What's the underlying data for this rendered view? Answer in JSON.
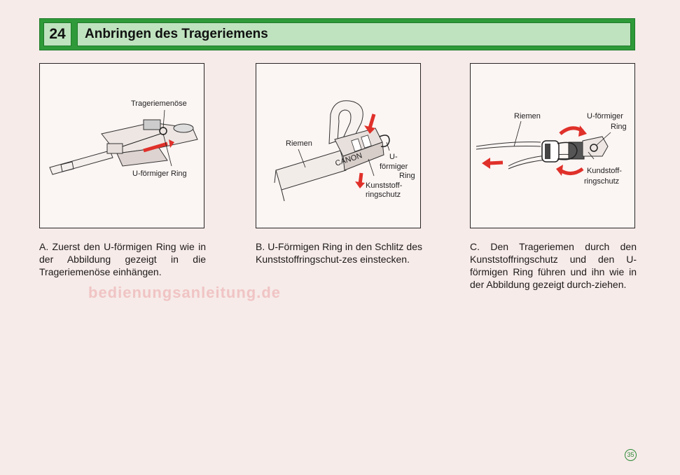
{
  "header": {
    "number": "24",
    "title": "Anbringen des Trageriemens"
  },
  "figures": {
    "a": {
      "label_eyelet": "Trageriemenöse",
      "label_ring": "U-förmiger Ring"
    },
    "b": {
      "label_strap": "Riemen",
      "label_ring_1": "U-",
      "label_ring_2": "förmiger",
      "label_ring_3": "Ring",
      "label_guard_1": "Kunststoff-",
      "label_guard_2": "ringschutz",
      "strap_print": "CANON"
    },
    "c": {
      "label_strap": "Riemen",
      "label_ring_1": "U-förmiger",
      "label_ring_2": "Ring",
      "label_guard_1": "Kundstoff-",
      "label_guard_2": "ringschutz"
    }
  },
  "paragraphs": {
    "a": "A. Zuerst den U-förmigen Ring wie in der Abbildung gezeigt in die Trageriemenöse einhängen.",
    "b": "B. U-Förmigen Ring in den Schlitz des Kunststoffringschut-zes einstecken.",
    "c": "C. Den Trageriemen durch den Kunststoffringschutz und den U-förmigen Ring führen und ihn wie in der Abbildung gezeigt durch-ziehen."
  },
  "watermark": "bedienungsanleitung.de",
  "page_number": "35",
  "colors": {
    "header_green": "#2e9a39",
    "header_light": "#bfe3bf",
    "arrow_red": "#e0302a",
    "background": "#f6ebe9"
  }
}
